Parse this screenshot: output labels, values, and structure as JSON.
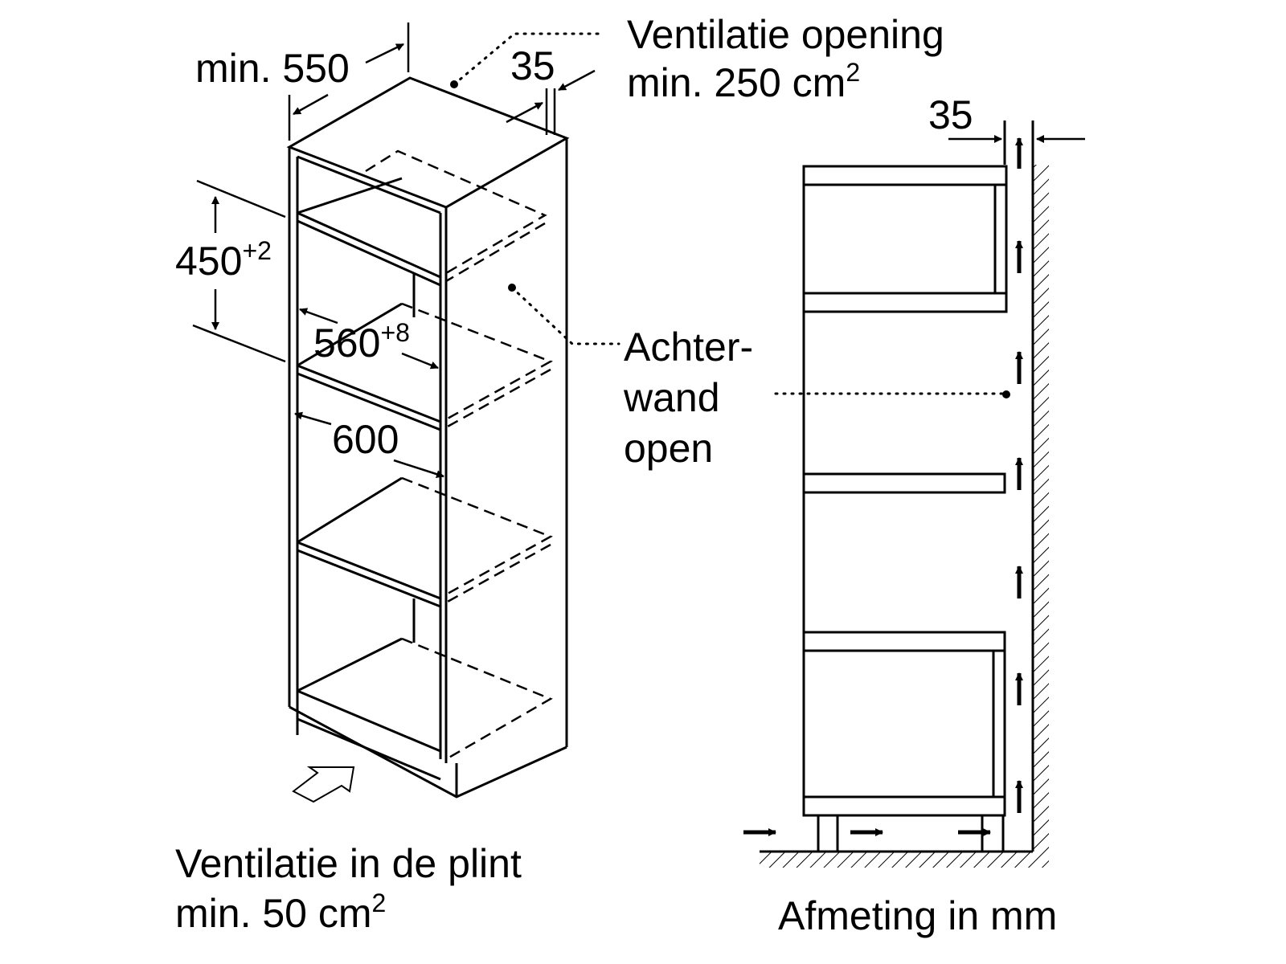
{
  "labels": {
    "depth_min": "min. 550",
    "top_gap": "35",
    "vent_opening_line1": "Ventilatie opening",
    "vent_opening_line2": "min. 250 cm",
    "vent_opening_sup": "2",
    "side_gap": "35",
    "niche_height": "450",
    "niche_height_tol": "+2",
    "niche_width": "560",
    "niche_width_tol": "+8",
    "cabinet_width": "600",
    "rear_wall_line1": "Achter-",
    "rear_wall_line2": "wand",
    "rear_wall_line3": "open",
    "plinth_vent_line1": "Ventilatie in de plint",
    "plinth_vent_line2": "min. 50 cm",
    "plinth_vent_sup": "2",
    "units_note": "Afmeting in mm"
  },
  "colors": {
    "line": "#000000",
    "background": "#ffffff"
  }
}
